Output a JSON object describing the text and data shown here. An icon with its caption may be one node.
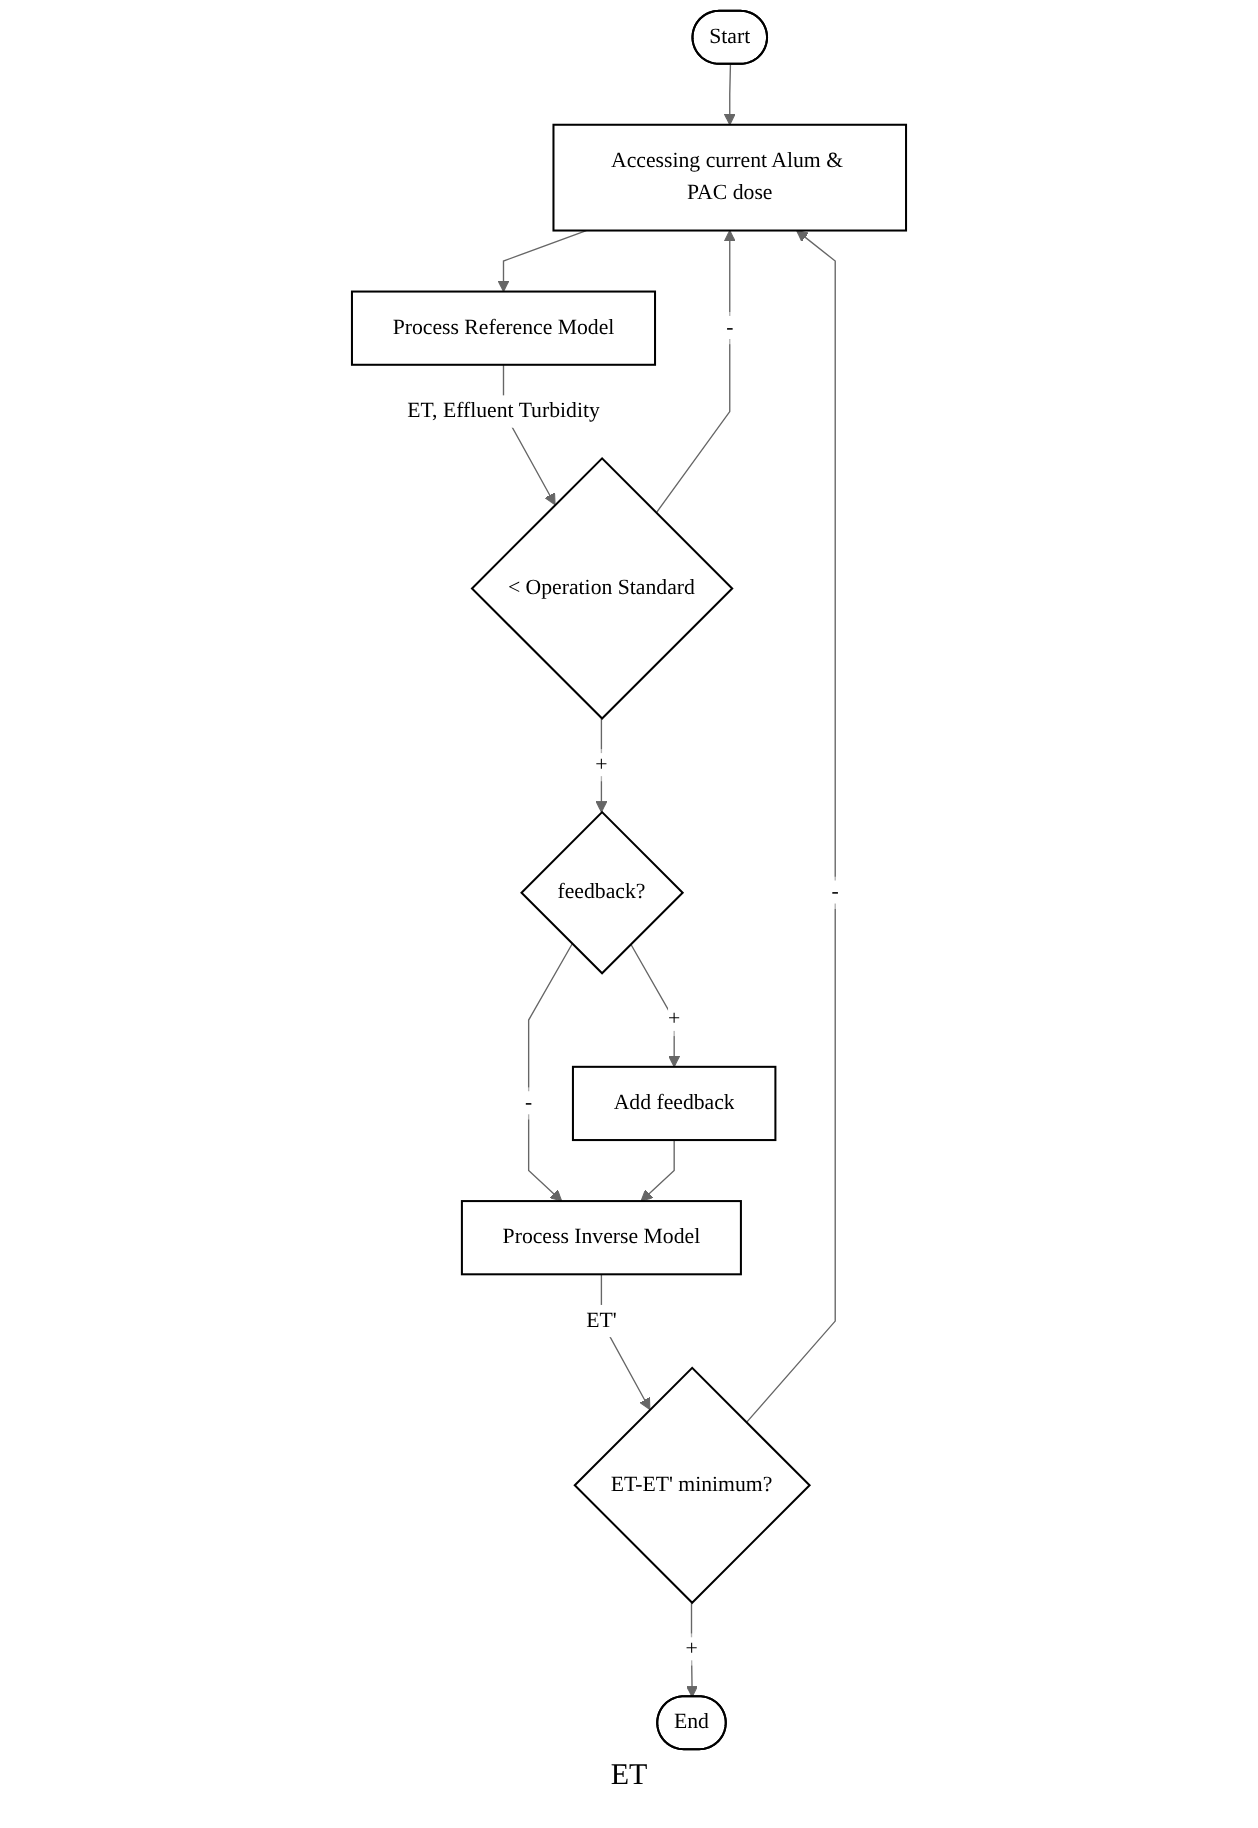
{
  "diagram": {
    "nodes": [
      {
        "text": [
          "Start"
        ]
      },
      {
        "text": [
          "Accessing current Alum & PAC dose"
        ]
      },
      {
        "text": [
          "Process Reference Model"
        ]
      },
      {
        "text": [
          "< Operation Standard"
        ]
      },
      {
        "text": [
          "feedback?"
        ]
      },
      {
        "text": [
          "Add feedback"
        ]
      },
      {
        "text": [
          "Process Inverse Model"
        ]
      },
      {
        "text": [
          "ET-ET' minimum?"
        ]
      },
      {
        "text": [
          "End"
        ]
      }
    ],
    "edges": [
      {
        "from": 0,
        "to": 1,
        "arrow": "to"
      },
      {
        "from": 1,
        "to": 2,
        "arrow": "to"
      },
      {
        "from": 2,
        "to": 3,
        "arrow": "to",
        "label": "ET, Effluent Turbidity"
      },
      {
        "from": 3,
        "to": 1,
        "arrow": "to",
        "label": "-"
      },
      {
        "from": 3,
        "to": 4,
        "arrow": "to",
        "label": "+"
      },
      {
        "from": 4,
        "to": 5,
        "arrow": "to",
        "label": "+"
      },
      {
        "from": 4,
        "to": 6,
        "arrow": "to",
        "label": "-"
      },
      {
        "from": 5,
        "to": 6,
        "arrow": "to"
      },
      {
        "from": 6,
        "to": 7,
        "arrow": "to",
        "label": "ET'"
      },
      {
        "from": 7,
        "to": 1,
        "arrow": "to",
        "label": "-"
      },
      {
        "from": 7,
        "to": 8,
        "arrow": "to",
        "label": "+"
      }
    ],
    "labels": [
      "ET"
    ]
  }
}
